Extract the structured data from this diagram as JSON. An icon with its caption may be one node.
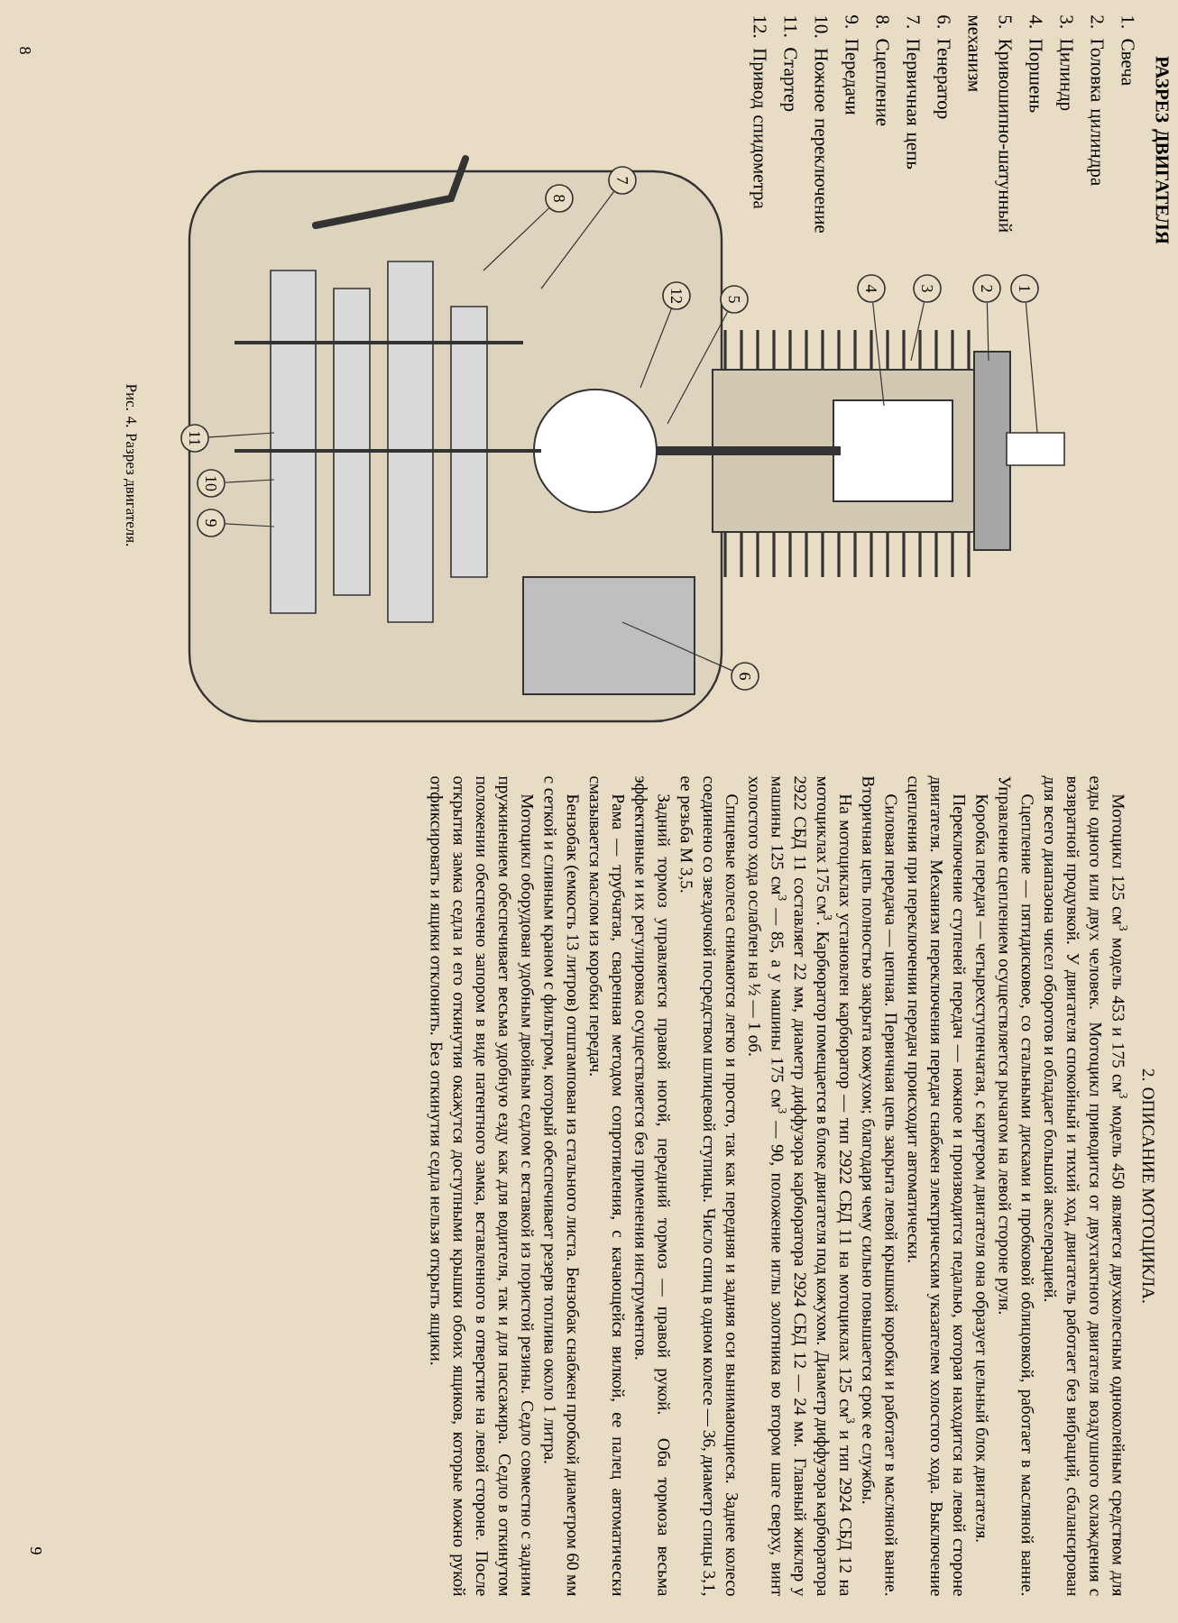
{
  "diagram": {
    "nodes": [
      {
        "text": [
          "1"
        ]
      },
      {
        "text": [
          "2"
        ]
      },
      {
        "text": [
          "3"
        ]
      },
      {
        "text": [
          "4"
        ]
      },
      {
        "text": [
          "5"
        ]
      },
      {
        "text": [
          "6"
        ]
      },
      {
        "text": [
          "7"
        ]
      },
      {
        "text": [
          "8"
        ]
      },
      {
        "text": [
          "9"
        ]
      },
      {
        "text": [
          "10"
        ]
      },
      {
        "text": [
          "11"
        ]
      },
      {
        "text": [
          "12"
        ]
      }
    ],
    "edges": [
      {
        "from": 0,
        "to": null,
        "arrow": "none"
      },
      {
        "from": 1,
        "to": null,
        "arrow": "none"
      },
      {
        "from": 2,
        "to": null,
        "arrow": "none"
      },
      {
        "from": 3,
        "to": null,
        "arrow": "none"
      },
      {
        "from": 4,
        "to": null,
        "arrow": "none"
      },
      {
        "from": 5,
        "to": null,
        "arrow": "none"
      },
      {
        "from": 6,
        "to": null,
        "arrow": "none"
      },
      {
        "from": 7,
        "to": null,
        "arrow": "none"
      },
      {
        "from": 8,
        "to": null,
        "arrow": "none"
      },
      {
        "from": 9,
        "to": null,
        "arrow": "none"
      },
      {
        "from": 10,
        "to": null,
        "arrow": "none"
      },
      {
        "from": 11,
        "to": null,
        "arrow": "none"
      }
    ],
    "labels": [
      "РАЗРЕЗ ДВИГАТЕЛЯ",
      "1. Свеча",
      "2. Головка цилиндра",
      "3. Цилиндр",
      "4. Поршень",
      "5. Кривошипно-шатунный механизм",
      "6. Генератор",
      "7. Первичная цепь",
      "8. Сцепление",
      "9. Передачи",
      "10. Ножное переключение",
      "11. Стартер",
      "12. Привод спидометра",
      "Рис. 4. Разрез двигателя.",
      "8",
      "2. ОПИСАНИЕ МОТОЦИКЛА.",
      "Мотоцикл 125 см$^{3}$ модель 453 и 175 см$^{3}$ модель 450 является двухколесным одноколейным средством для езды одного или двух человек. Мотоцикл приводится от двухтактного двигателя воздушного охлаждения с возвратной продувкой. У двигателя спокойный и тихий ход, двигатель работает без вибраций, сбалансирован для всего диапазона чисел оборотов и обладает большой акселерацией.",
      "Сцепление — пятидисковое, со стальными дисками и пробковой облицовкой, работает в масляной ванне. Управление сцеплением осуществляется рычагом на левой стороне руля.",
      "Коробка передач — четырехступенчатая, с картером двигателя она образует цельный блок двигателя.",
      "Переключение ступеней передач — ножное и производится педалью, которая находится на левой стороне двигателя. Механизм переключения передач снабжен электрическим указателем холостого хода. Выключение сцепления при переключении передач происходит автоматически.",
      "Силовая передача — цепная. Первичная цепь закрыта левой крышкой коробки и работает в масляной ванне. Вторичная цепь полностью закрыта кожухом; благодаря чему сильно повышается срок ее службы.",
      "На мотоциклах установлен карбюратор — тип 2922 СБД 11 на мотоциклах 125 см$^{3}$ и тип 2924 СБД 12 на мотоциклах 175 см$^{3}$. Карбюратор помещается в блоке двигателя под кожухом. Диаметр диффузора карбюратора 2922 СБД 11 составляет 22 мм, диаметр диффузора карбюратора 2924 СБД 12 — 24 мм. Главный жиклер у машины 125 см$^{3}$ — 85, а у машины 175 см$^{3}$ — 90, положение иглы золотника во втором шаге сверху, винт холостого хода ослаблен на ½ — 1 об.",
      "Спицевые колеса снимаются легко и просто, так как передняя и задняя оси вынимающиеся. Заднее колесо соединено со звездочкой посредством шлицевой ступицы. Число спиц в одном колесе — 36, диаметр спицы 3,1, ее резьба М 3,5.",
      "Задний тормоз управляется правой ногой, передний тормоз — правой рукой. Оба тормоза весьма эффективные и их регулировка осуществляется без применения инструментов.",
      "Рама — трубчатая, сваренная методом сопротивления, с качающейся вилкой, ее палец автоматически смазывается маслом из коробки передач.",
      "Бензобак (емкость 13 литров) отштампован из стального листа. Бензобак снабжен пробкой диаметром 60 мм с сеткой и сливным краном с фильтром, который обеспечивает резерв топлива около 1 литра.",
      "Мотоцикл оборудован удобным двойным седлом с вставкой из пористой резины. Седло совместно с задним пружинением обеспечивает весьма удобную езду как для водителя, так и для пассажира. Седло в откинутом положении обеспечено запором в виде патентного замка, вставленного в отверстие на левой стороне. После открытия замка седла и его откинутия окажутся доступными крышки обоих ящиков, которые можно рукой отфиксировать и ящики отклонить. Без откинутия седла нельзя открыть ящики.",
      "9"
    ]
  }
}
